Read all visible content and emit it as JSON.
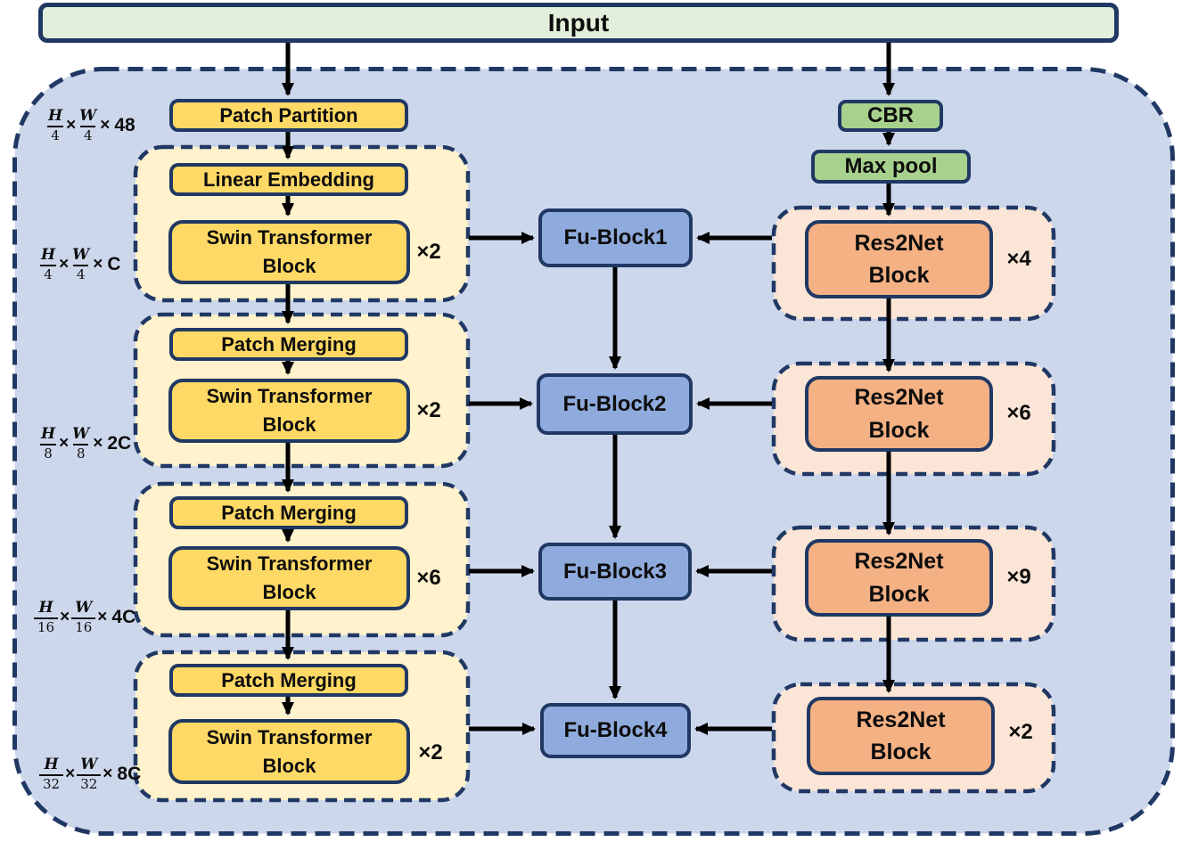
{
  "input": {
    "label": "Input"
  },
  "left_branch": {
    "patch_partition": "Patch Partition",
    "stages": [
      {
        "head": "Linear Embedding",
        "block": "Swin Transformer Block",
        "repeat": "×2"
      },
      {
        "head": "Patch Merging",
        "block": "Swin Transformer Block",
        "repeat": "×2"
      },
      {
        "head": "Patch Merging",
        "block": "Swin Transformer Block",
        "repeat": "×6"
      },
      {
        "head": "Patch Merging",
        "block": "Swin Transformer Block",
        "repeat": "×2"
      }
    ]
  },
  "fusion": {
    "blocks": [
      "Fu-Block1",
      "Fu-Block2",
      "Fu-Block3",
      "Fu-Block4"
    ]
  },
  "right_branch": {
    "cbr": "CBR",
    "maxpool": "Max pool",
    "stages": [
      {
        "block": "Res2Net Block",
        "repeat": "×4"
      },
      {
        "block": "Res2Net Block",
        "repeat": "×6"
      },
      {
        "block": "Res2Net Block",
        "repeat": "×9"
      },
      {
        "block": "Res2Net Block",
        "repeat": "×2"
      }
    ]
  },
  "dimension_labels": [
    {
      "num1": "H",
      "den1": "4",
      "times1": "×",
      "num2": "W",
      "den2": "4",
      "times2": "×",
      "channels": "48"
    },
    {
      "num1": "H",
      "den1": "4",
      "times1": "×",
      "num2": "W",
      "den2": "4",
      "times2": "×",
      "channels": "C"
    },
    {
      "num1": "H",
      "den1": "8",
      "times1": "×",
      "num2": "W",
      "den2": "8",
      "times2": "×",
      "channels": "2C"
    },
    {
      "num1": "H",
      "den1": "16",
      "times1": "×",
      "num2": "W",
      "den2": "16",
      "times2": "×",
      "channels": "4C"
    },
    {
      "num1": "H",
      "den1": "32",
      "times1": "×",
      "num2": "W",
      "den2": "32",
      "times2": "×",
      "channels": "8C"
    }
  ],
  "colors": {
    "border_navy": "#203864",
    "background_panel": "#cdd7ec",
    "gold_box": "#ffd965",
    "cream_container": "#fff2cc",
    "blue_fusion": "#8faadc",
    "orange_block": "#f4b183",
    "peach_container": "#fbe5d6",
    "green_box": "#a9d18e",
    "input_green": "#e2efda",
    "arrow_black": "#000000"
  }
}
